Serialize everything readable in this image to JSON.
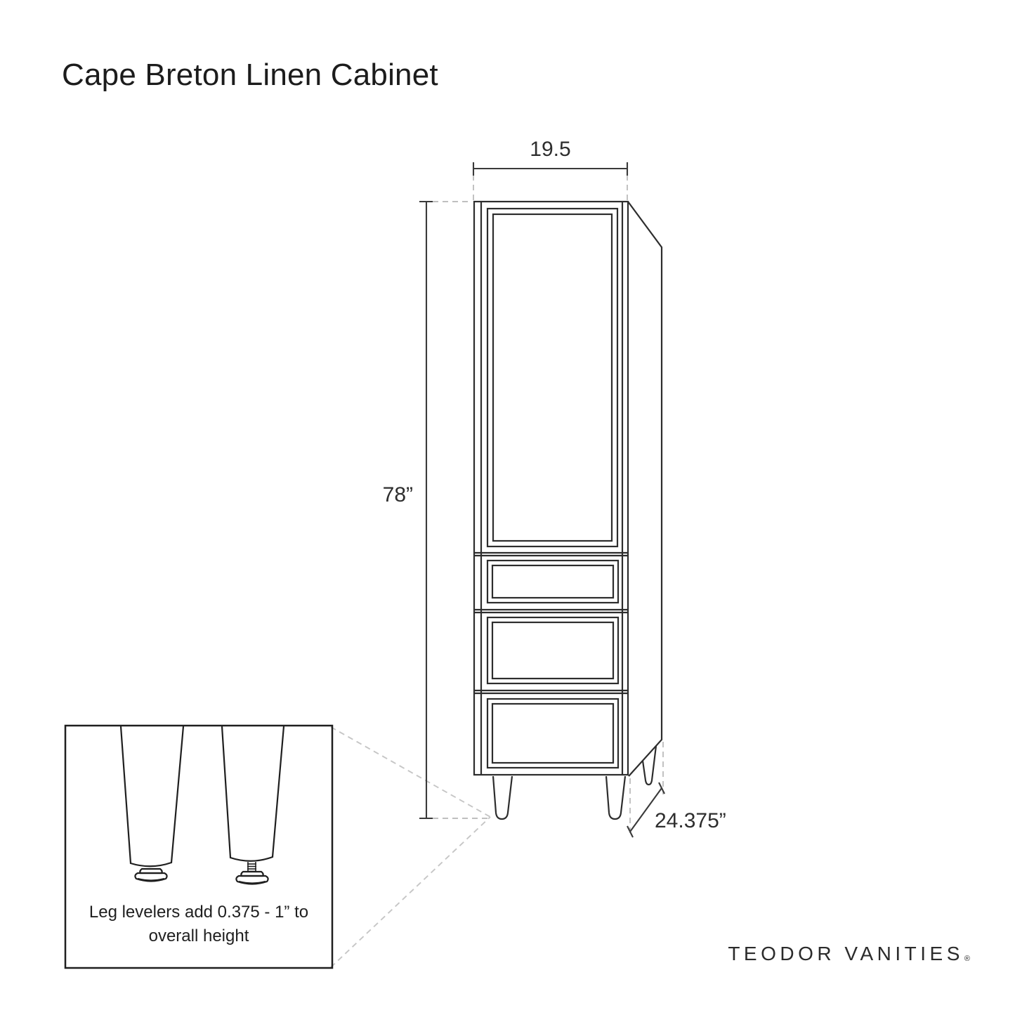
{
  "title": "Cape Breton Linen Cabinet",
  "dimensions": {
    "width": "19.5",
    "height": "78”",
    "depth": "24.375”"
  },
  "inset_note": {
    "line1": "Leg levelers add 0.375 - 1” to",
    "line2": "overall height"
  },
  "brand": {
    "name": "TEODOR VANITIES",
    "reg": "®"
  },
  "colors": {
    "background": "#ffffff",
    "cabinet_line": "#2d2d2d",
    "dimension_line": "#3a3a3a",
    "dashed_line": "#bfbfbf",
    "text": "#1f1f1f"
  }
}
